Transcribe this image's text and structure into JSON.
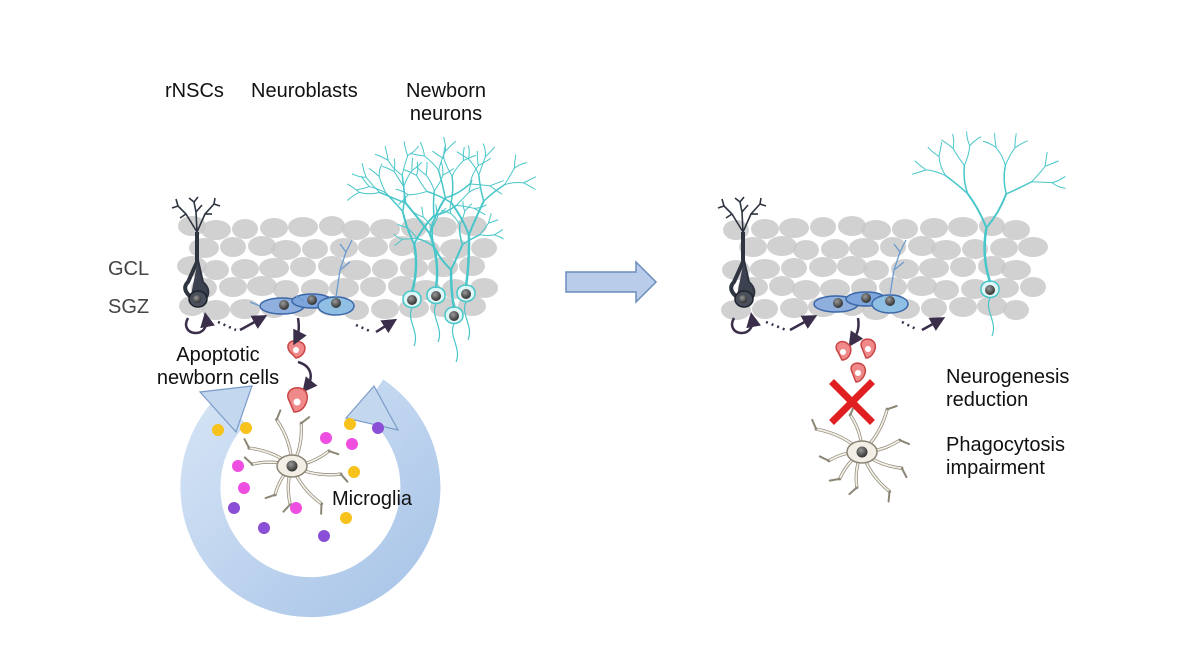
{
  "labels": {
    "rnscs": "rNSCs",
    "neuroblasts": "Neuroblasts",
    "newborn_neurons_1": "Newborn",
    "newborn_neurons_2": "neurons",
    "gcl": "GCL",
    "sgz": "SGZ",
    "apoptotic_1": "Apoptotic",
    "apoptotic_2": "newborn cells",
    "microglia": "Microglia",
    "neurogenesis_1": "Neurogenesis",
    "neurogenesis_2": "reduction",
    "phagocytosis_1": "Phagocytosis",
    "phagocytosis_2": "impairment"
  },
  "colors": {
    "granule_cell": "#c9c9c9",
    "rnsc": "#2e3440",
    "neuroblast": "#3b66a8",
    "newborn_neuron": "#49c6c9",
    "apoptotic_cell": "#e96b6b",
    "microglia": "#f3efe6",
    "cycle_arrow": "#bcd3ee",
    "inhibit_cross": "#e02020",
    "dot_yellow": "#f7c21b",
    "dot_magenta": "#ee4fe0",
    "dot_purple": "#8a4fd6"
  },
  "icons": {
    "transition_arrow": "right-arrow-icon",
    "inhibition": "red-x-icon",
    "cycle": "circular-arrow-icon"
  }
}
